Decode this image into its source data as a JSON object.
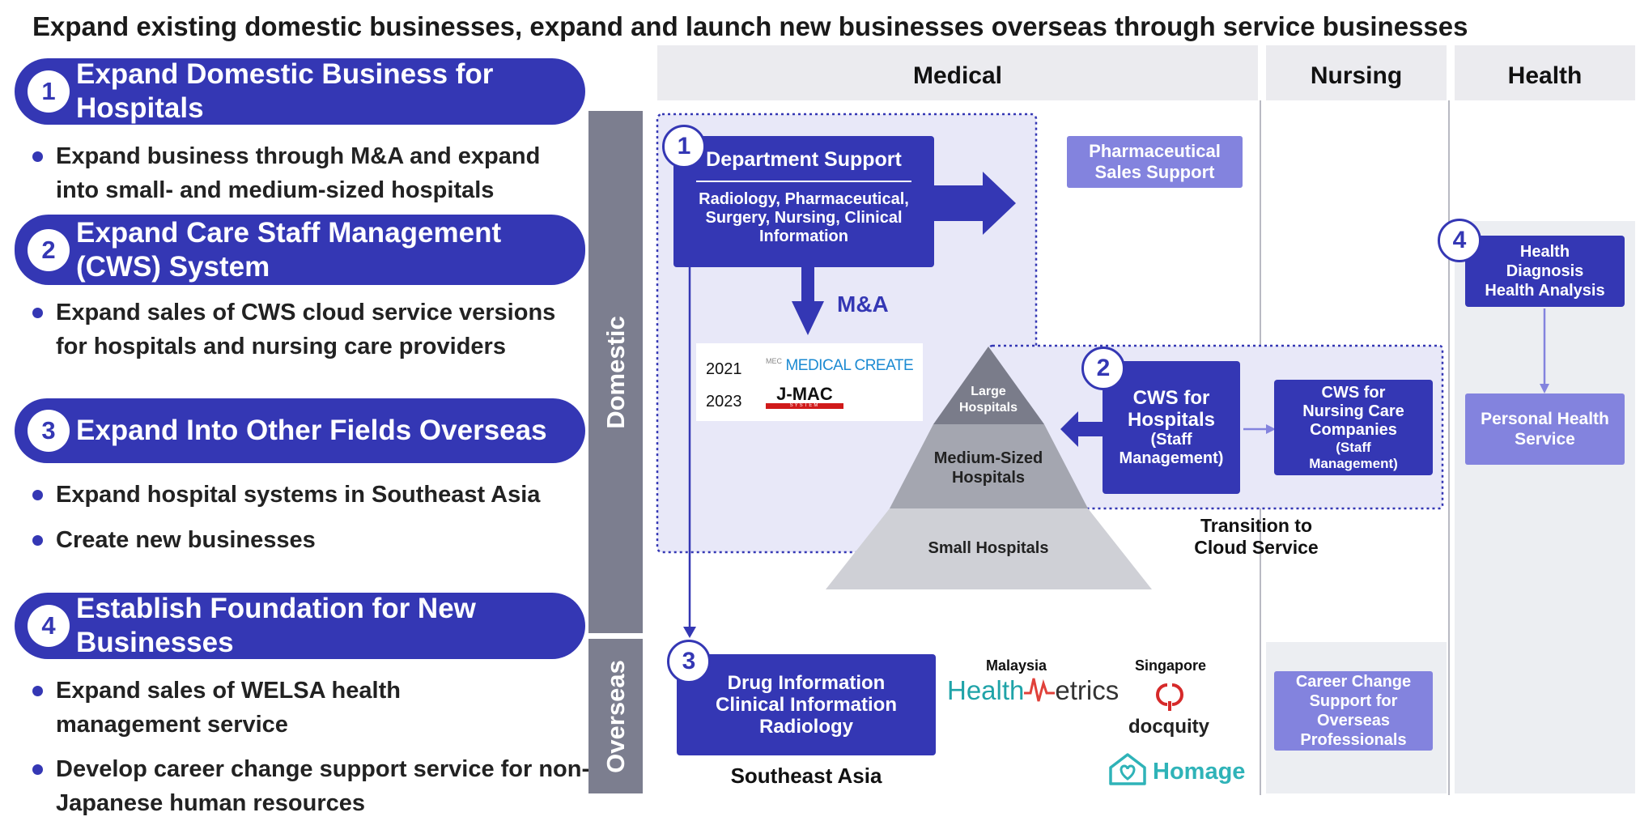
{
  "title": "Expand existing domestic businesses, expand and launch new businesses overseas through service businesses",
  "left_panel": {
    "sections": [
      {
        "num": "1",
        "heading": "Expand Domestic Business for\nHospitals",
        "bullets": [
          "Expand business through M&A and expand into small- and medium-sized hospitals"
        ]
      },
      {
        "num": "2",
        "heading": "Expand Care Staff Management\n(CWS) System",
        "bullets": [
          "Expand sales of CWS cloud service versions for hospitals and nursing care providers"
        ]
      },
      {
        "num": "3",
        "heading": "Expand Into Other Fields Overseas",
        "bullets": [
          "Expand hospital systems in Southeast Asia",
          "Create new businesses"
        ]
      },
      {
        "num": "4",
        "heading": "Establish Foundation for New\nBusinesses",
        "bullets": [
          "Expand sales of WELSA health management service",
          "Develop career change support service for non-Japanese human resources"
        ]
      }
    ]
  },
  "columns": {
    "medical": "Medical",
    "nursing": "Nursing",
    "health": "Health"
  },
  "rows": {
    "domestic": "Domestic",
    "overseas": "Overseas"
  },
  "diagram": {
    "dept_support": {
      "num": "1",
      "title": "Department Support",
      "detail": "Radiology, Pharmaceutical, Surgery, Nursing, Clinical Information"
    },
    "ma_label": "M&A",
    "acquisitions": [
      {
        "year": "2021",
        "logo_small": "MEC",
        "logo_text": "MEDICAL CREATE"
      },
      {
        "year": "2023",
        "logo_text": "J-MAC",
        "logo_sub": "SYSTEM"
      }
    ],
    "pharma_sales": "Pharmaceutical\nSales Support",
    "pyramid": {
      "top": "Large\nHospitals",
      "mid": "Medium-Sized\nHospitals",
      "bottom": "Small Hospitals"
    },
    "cws_hospitals": {
      "num": "2",
      "title": "CWS for\nHospitals",
      "sub": "(Staff\nManagement)"
    },
    "cws_nursing": {
      "title": "CWS for\nNursing Care\nCompanies",
      "sub": "(Staff\nManagement)"
    },
    "transition": "Transition to\nCloud Service",
    "health_diag": {
      "num": "4",
      "title": "Health\nDiagnosis\nHealth Analysis"
    },
    "personal_health": "Personal Health\nService",
    "overseas_box": {
      "num": "3",
      "title": "Drug Information\nClinical Information\nRadiology"
    },
    "southeast_asia": "Southeast Asia",
    "malaysia": "Malaysia",
    "singapore": "Singapore",
    "logos": {
      "healthmetrics_a": "Health",
      "healthmetrics_b": "etrics",
      "docquity": "docquity",
      "homage": "Homage"
    },
    "career_change": "Career Change\nSupport for\nOverseas\nProfessionals"
  },
  "colors": {
    "primary": "#3437b4",
    "light": "#8383de",
    "region": "#e8e8f8",
    "band": "#7c7e8f",
    "header": "#ebebef"
  }
}
